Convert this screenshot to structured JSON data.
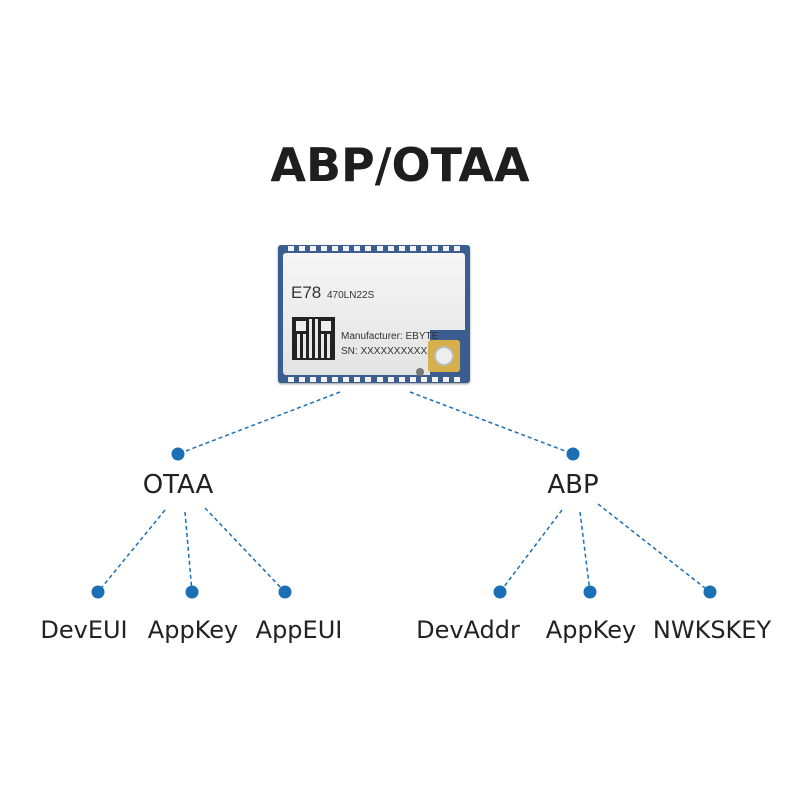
{
  "title": "ABP/OTAA",
  "module": {
    "model": "E78",
    "part": "470LN22S",
    "manufacturer": "Manufacturer: EBYTE",
    "serial": "SN: XXXXXXXXXXX"
  },
  "tree": {
    "line_color": "#1a6fb5",
    "branches": [
      {
        "label": "OTAA",
        "leaves": [
          "DevEUI",
          "AppKey",
          "AppEUI"
        ]
      },
      {
        "label": "ABP",
        "leaves": [
          "DevAddr",
          "AppKey",
          "NWKSKEY"
        ]
      }
    ]
  }
}
